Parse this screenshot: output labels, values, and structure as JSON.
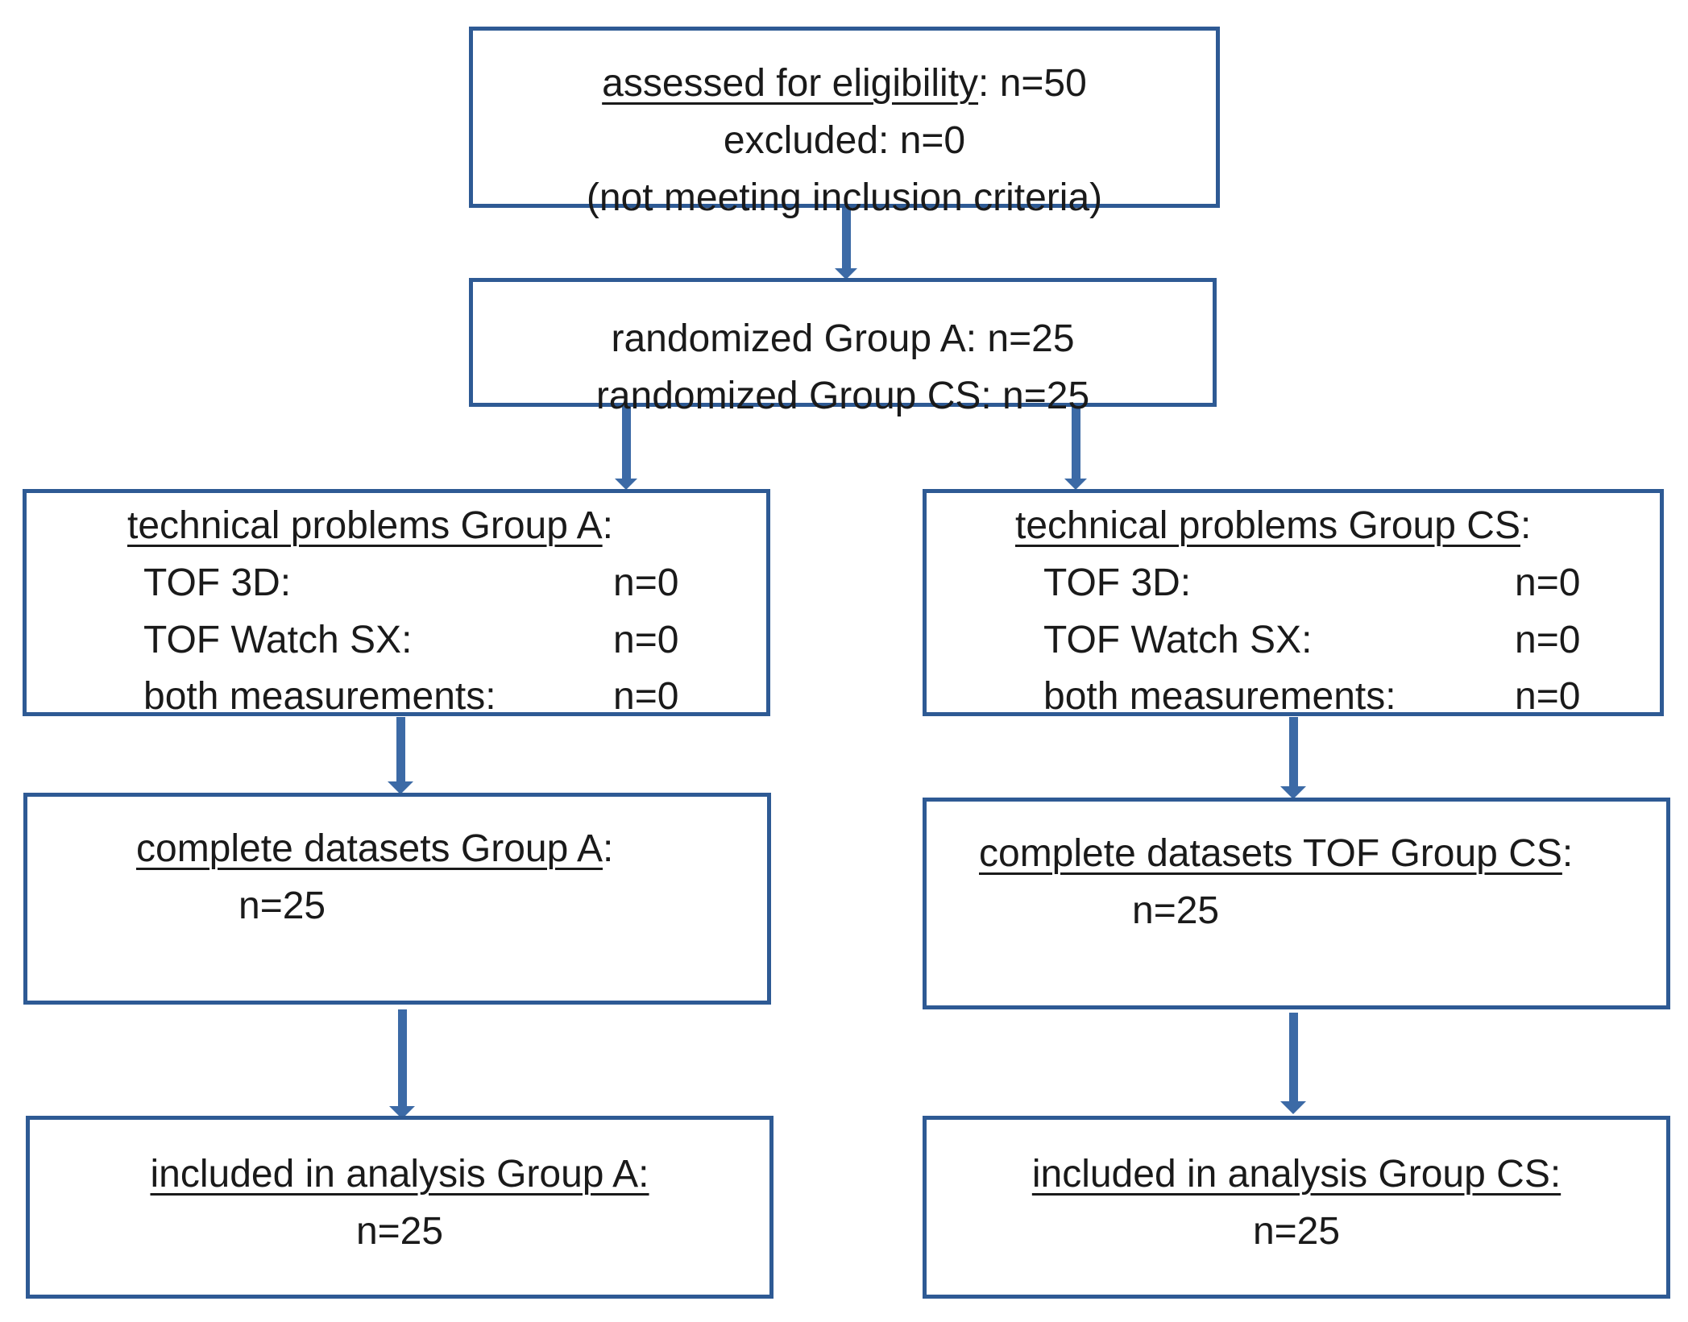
{
  "colors": {
    "border": "#2e5a94",
    "arrow": "#3c6aa6",
    "text": "#1a1a1a"
  },
  "screening": {
    "assessed_label": "assessed for eligibility",
    "assessed_value": ":  n=50",
    "excluded": "excluded: n=0",
    "excluded_note": "(not meeting inclusion criteria)"
  },
  "randomization": {
    "group_a": "randomized Group A:  n=25",
    "group_cs": "randomized Group CS: n=25"
  },
  "technical_a": {
    "title": "technical problems Group A",
    "title_suffix": ":",
    "rows": [
      {
        "label": "TOF 3D:",
        "value": "n=0"
      },
      {
        "label": "TOF Watch SX:",
        "value": "n=0"
      },
      {
        "label": "both measurements:",
        "value": "n=0"
      }
    ]
  },
  "technical_cs": {
    "title": "technical problems Group CS",
    "title_suffix": ":",
    "rows": [
      {
        "label": "TOF 3D:",
        "value": "n=0"
      },
      {
        "label": "TOF Watch SX:",
        "value": "n=0"
      },
      {
        "label": "both measurements:",
        "value": "n=0"
      }
    ]
  },
  "complete_a": {
    "title": "complete datasets Group A",
    "title_suffix": ":",
    "value": "n=25"
  },
  "complete_cs": {
    "title": "complete datasets TOF Group CS",
    "title_suffix": ":",
    "value": "n=25"
  },
  "analysis_a": {
    "title": "included in analysis Group A:",
    "value": "n=25"
  },
  "analysis_cs": {
    "title": "included in analysis Group CS:",
    "value": "n=25"
  }
}
